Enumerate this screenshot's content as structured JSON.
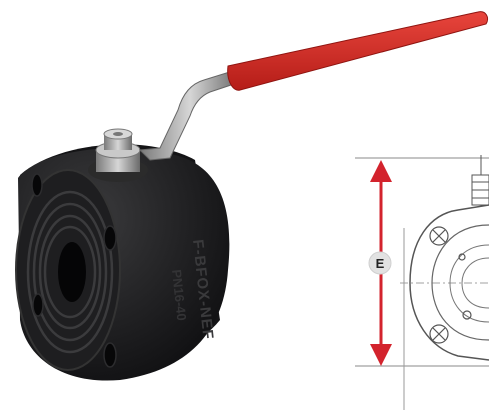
{
  "product": {
    "body_casting_text": "F-BFOX-NEF",
    "body_lower_text": "PN16-40",
    "colors": {
      "handle_grip": "#d42b25",
      "body": "#1b1b1d",
      "stem": "#a9a9a9"
    }
  },
  "drawing": {
    "dimension_label": "E",
    "colors": {
      "dimension_arrow": "#d3232d",
      "line": "#6f6f6f",
      "label_bg": "#e2e2e2"
    }
  }
}
